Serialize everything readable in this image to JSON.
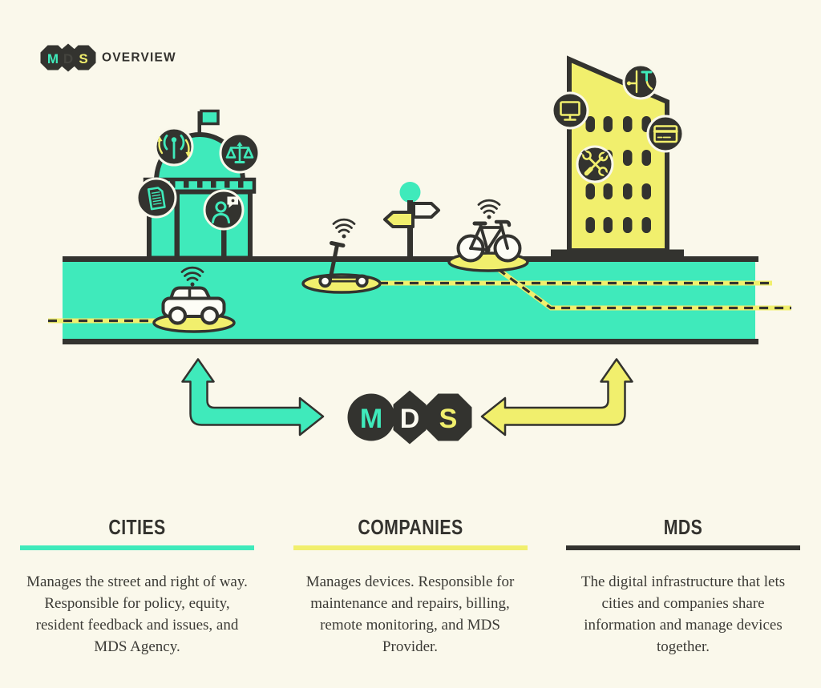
{
  "header": {
    "overview_label": "OVERVIEW"
  },
  "logo": {
    "m": "M",
    "d": "D",
    "s": "S"
  },
  "colors": {
    "teal": "#3FEABB",
    "yellow": "#F1EF6D",
    "dark": "#33332F",
    "cream": "#FAF8EB"
  },
  "scene": {
    "city_icons": [
      "broadcast-icon",
      "scales-icon",
      "document-icon",
      "resident-chat-icon"
    ],
    "company_icons": [
      "traffic-intersection-icon",
      "monitor-icon",
      "tools-icon",
      "credit-card-icon"
    ],
    "street_items": [
      "car",
      "scooter",
      "signpost",
      "bicycle"
    ]
  },
  "sections": [
    {
      "title": "CITIES",
      "underline_color": "#3FEABB",
      "lines": [
        "Manages the street and right of way.",
        "Responsible for policy, equity,",
        "resident feedback and issues, and",
        "MDS Agency."
      ]
    },
    {
      "title": "COMPANIES",
      "underline_color": "#F1EF6D",
      "lines": [
        "Manages devices. Responsible for",
        "maintenance and repairs, billing,",
        "remote monitoring, and MDS",
        "Provider."
      ]
    },
    {
      "title": "MDS",
      "underline_color": "#33332F",
      "lines": [
        "The digital infrastructure that lets",
        "cities and companies share",
        "information and manage devices",
        "together."
      ]
    }
  ]
}
